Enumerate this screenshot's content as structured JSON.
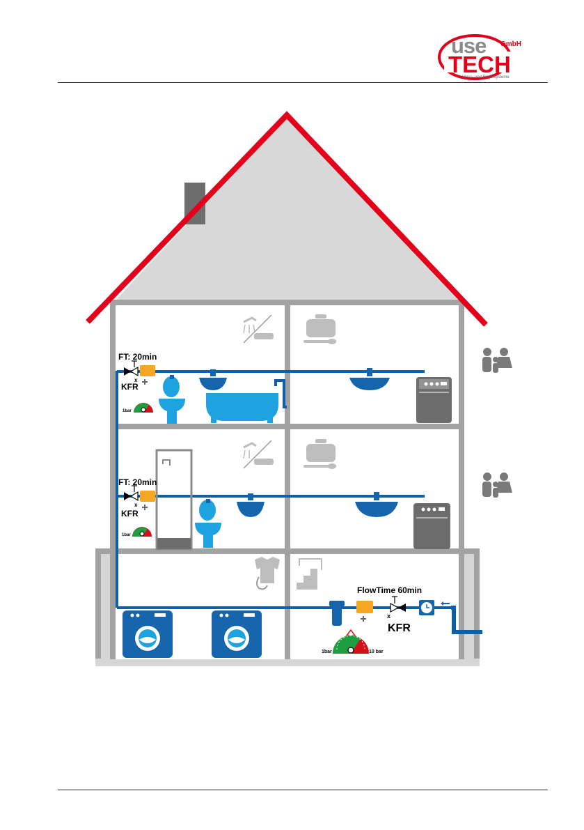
{
  "logo": {
    "brand_top": "use",
    "brand_suffix": "GmbH",
    "brand_main": "TECH",
    "tagline": "Mess- und Regelsysteme"
  },
  "diagram": {
    "upper_floor": {
      "flowtime": "FT: 20min",
      "valve": "KFR",
      "gauge_min": "1bar"
    },
    "middle_floor": {
      "flowtime": "FT: 20min",
      "valve": "KFR",
      "gauge_min": "1bar"
    },
    "basement": {
      "flowtime": "FlowTime 60min",
      "valve": "KFR",
      "gauge_min": "1bar",
      "gauge_max": "10 bar"
    }
  },
  "colors": {
    "roof": "#e2001a",
    "house_wall": "#9b9b9b",
    "pipe": "#0f5fa8",
    "fixture_light": "#1fa3e0",
    "fixture_dark": "#1565ad",
    "appliance_dark": "#6c6c6c",
    "controller": "#f5a623",
    "gauge_green": "#1e9e3e",
    "gauge_red": "#d2101a"
  }
}
